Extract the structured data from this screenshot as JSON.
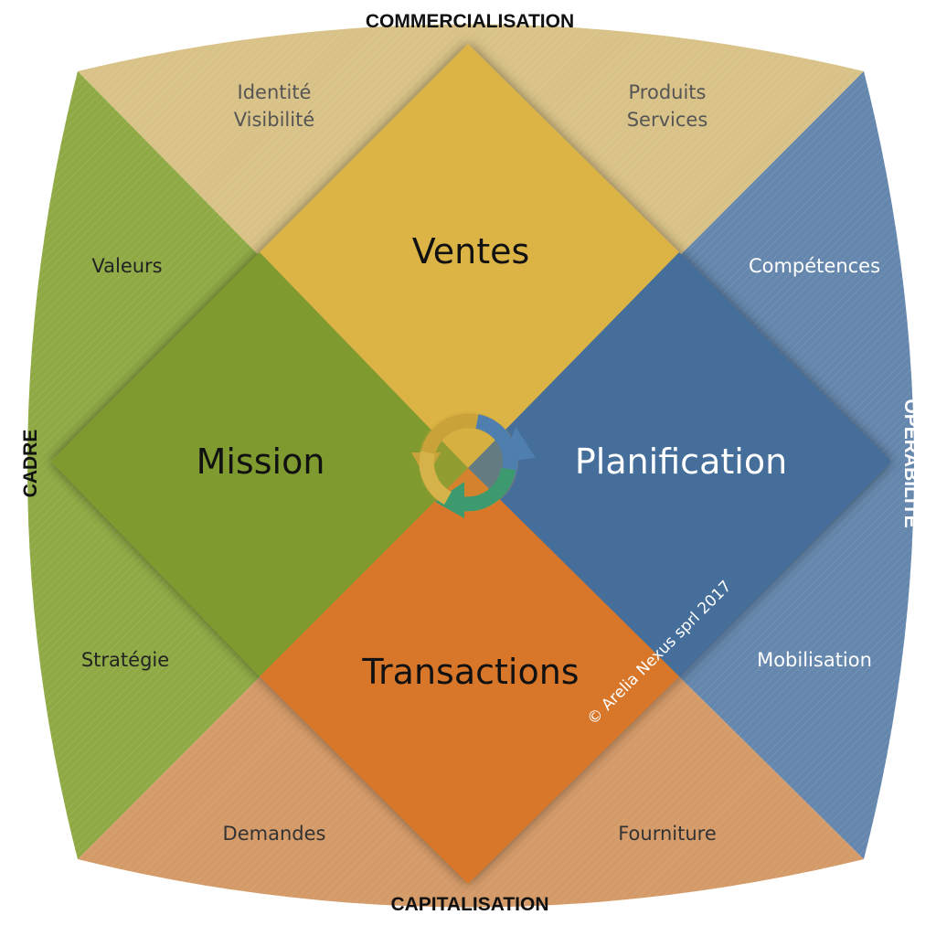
{
  "sides": {
    "top": "COMMERCIALISATION",
    "bottom": "CAPITALISATION",
    "left": "CADRE",
    "right": "OPÉRABILITÉ"
  },
  "quadrants": {
    "top": "Ventes",
    "left": "Mission",
    "right": "Planification",
    "bottom": "Transactions"
  },
  "sub_labels": {
    "top_left": [
      "Identité",
      "Visibilité"
    ],
    "top_right": [
      "Produits",
      "Services"
    ],
    "left_top": "Valeurs",
    "left_bottom": "Stratégie",
    "right_top": "Compétences",
    "right_bottom": "Mobilisation",
    "bottom_left": "Demandes",
    "bottom_right": "Fourniture"
  },
  "copyright": "© Arelia Nexus sprl 2017",
  "colors": {
    "green_quadrant": "#7f9a2e",
    "gold_quadrant": "#dcb444",
    "blue_quadrant": "#456e9a",
    "orange_quadrant": "#d8772a",
    "green_band": "#8faa45",
    "tan_band": "#d9c287",
    "blue_band": "#6587ad",
    "peach_band": "#d49a68"
  },
  "icons": [
    "cycle-arrows-icon"
  ]
}
